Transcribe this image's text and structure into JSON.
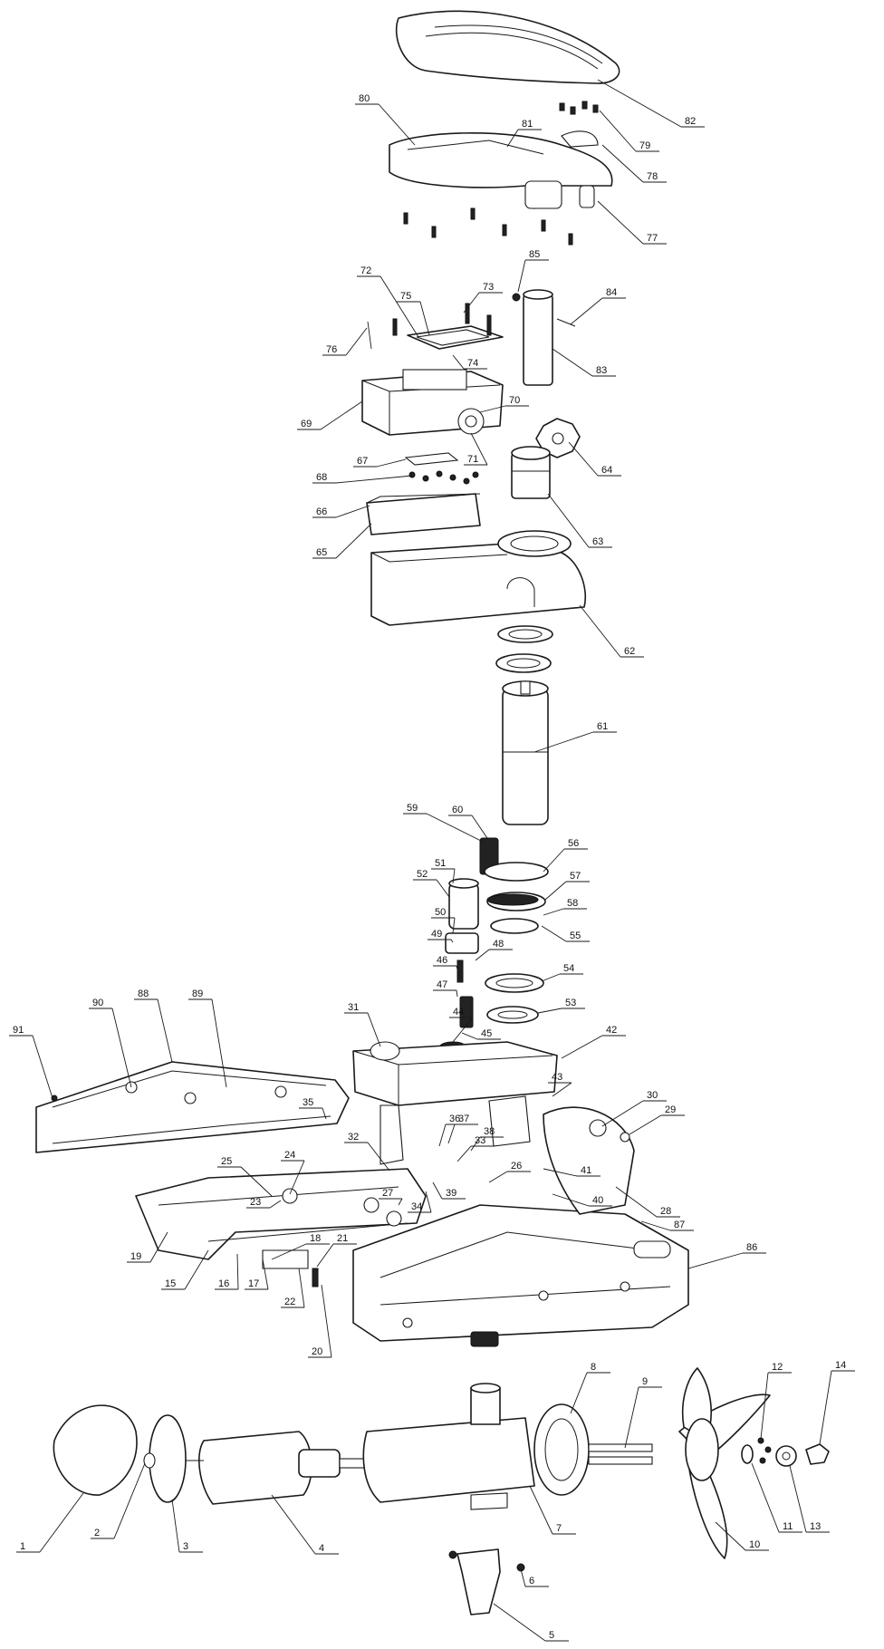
{
  "diagram": {
    "callouts": [
      {
        "id": "c1",
        "label": "1"
      },
      {
        "id": "c2",
        "label": "2"
      },
      {
        "id": "c3",
        "label": "3"
      },
      {
        "id": "c4",
        "label": "4"
      },
      {
        "id": "c5",
        "label": "5"
      },
      {
        "id": "c6",
        "label": "6"
      },
      {
        "id": "c7",
        "label": "7"
      },
      {
        "id": "c8",
        "label": "8"
      },
      {
        "id": "c9",
        "label": "9"
      },
      {
        "id": "c10",
        "label": "10"
      },
      {
        "id": "c11",
        "label": "11"
      },
      {
        "id": "c12",
        "label": "12"
      },
      {
        "id": "c13",
        "label": "13"
      },
      {
        "id": "c14",
        "label": "14"
      },
      {
        "id": "c15",
        "label": "15"
      },
      {
        "id": "c16",
        "label": "16"
      },
      {
        "id": "c17",
        "label": "17"
      },
      {
        "id": "c18",
        "label": "18"
      },
      {
        "id": "c19",
        "label": "19"
      },
      {
        "id": "c20",
        "label": "20"
      },
      {
        "id": "c21",
        "label": "21"
      },
      {
        "id": "c22",
        "label": "22"
      },
      {
        "id": "c23",
        "label": "23"
      },
      {
        "id": "c24",
        "label": "24"
      },
      {
        "id": "c25",
        "label": "25"
      },
      {
        "id": "c26",
        "label": "26"
      },
      {
        "id": "c27",
        "label": "27"
      },
      {
        "id": "c28",
        "label": "28"
      },
      {
        "id": "c29",
        "label": "29"
      },
      {
        "id": "c30",
        "label": "30"
      },
      {
        "id": "c31",
        "label": "31"
      },
      {
        "id": "c32",
        "label": "32"
      },
      {
        "id": "c33",
        "label": "33"
      },
      {
        "id": "c34",
        "label": "34"
      },
      {
        "id": "c35",
        "label": "35"
      },
      {
        "id": "c36",
        "label": "36"
      },
      {
        "id": "c37",
        "label": "37"
      },
      {
        "id": "c38",
        "label": "38"
      },
      {
        "id": "c39",
        "label": "39"
      },
      {
        "id": "c40",
        "label": "40"
      },
      {
        "id": "c41",
        "label": "41"
      },
      {
        "id": "c42",
        "label": "42"
      },
      {
        "id": "c43",
        "label": "43"
      },
      {
        "id": "c44",
        "label": "44"
      },
      {
        "id": "c45",
        "label": "45"
      },
      {
        "id": "c46",
        "label": "46"
      },
      {
        "id": "c47",
        "label": "47"
      },
      {
        "id": "c48",
        "label": "48"
      },
      {
        "id": "c49",
        "label": "49"
      },
      {
        "id": "c50",
        "label": "50"
      },
      {
        "id": "c51",
        "label": "51"
      },
      {
        "id": "c52",
        "label": "52"
      },
      {
        "id": "c53",
        "label": "53"
      },
      {
        "id": "c54",
        "label": "54"
      },
      {
        "id": "c55",
        "label": "55"
      },
      {
        "id": "c56",
        "label": "56"
      },
      {
        "id": "c57",
        "label": "57"
      },
      {
        "id": "c58",
        "label": "58"
      },
      {
        "id": "c59",
        "label": "59"
      },
      {
        "id": "c60",
        "label": "60"
      },
      {
        "id": "c61",
        "label": "61"
      },
      {
        "id": "c62",
        "label": "62"
      },
      {
        "id": "c63",
        "label": "63"
      },
      {
        "id": "c64",
        "label": "64"
      },
      {
        "id": "c65",
        "label": "65"
      },
      {
        "id": "c66",
        "label": "66"
      },
      {
        "id": "c67",
        "label": "67"
      },
      {
        "id": "c68",
        "label": "68"
      },
      {
        "id": "c69",
        "label": "69"
      },
      {
        "id": "c70",
        "label": "70"
      },
      {
        "id": "c71",
        "label": "71"
      },
      {
        "id": "c72",
        "label": "72"
      },
      {
        "id": "c73",
        "label": "73"
      },
      {
        "id": "c74",
        "label": "74"
      },
      {
        "id": "c75",
        "label": "75"
      },
      {
        "id": "c76",
        "label": "76"
      },
      {
        "id": "c77",
        "label": "77"
      },
      {
        "id": "c78",
        "label": "78"
      },
      {
        "id": "c79",
        "label": "79"
      },
      {
        "id": "c80",
        "label": "80"
      },
      {
        "id": "c81",
        "label": "81"
      },
      {
        "id": "c82",
        "label": "82"
      },
      {
        "id": "c83",
        "label": "83"
      },
      {
        "id": "c84",
        "label": "84"
      },
      {
        "id": "c85",
        "label": "85"
      },
      {
        "id": "c86",
        "label": "86"
      },
      {
        "id": "c87",
        "label": "87"
      },
      {
        "id": "c88",
        "label": "88"
      },
      {
        "id": "c89",
        "label": "89"
      },
      {
        "id": "c90",
        "label": "90"
      },
      {
        "id": "c91",
        "label": "91"
      }
    ]
  }
}
